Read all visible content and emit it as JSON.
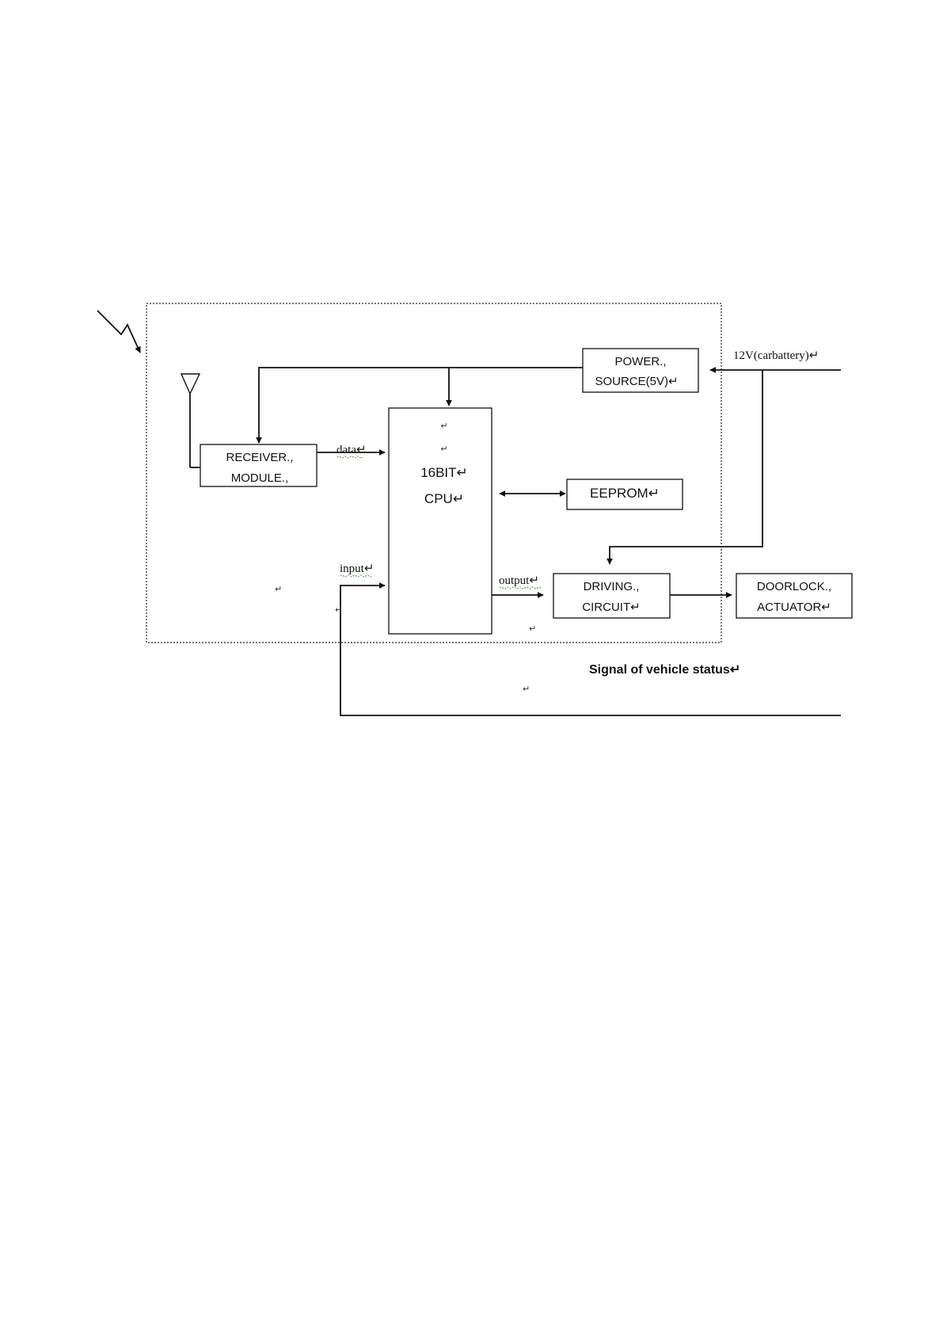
{
  "blocks": {
    "power_source": [
      "POWER.,",
      "SOURCE(5V)↵"
    ],
    "receiver_module": [
      "RECEIVER.,",
      "MODULE.,"
    ],
    "cpu": [
      "16BIT↵",
      "CPU↵"
    ],
    "eeprom": [
      "EEPROM↵"
    ],
    "driving_circuit": [
      "DRIVING.,",
      "CIRCUIT↵"
    ],
    "doorlock_actuator": [
      "DOORLOCK.,",
      "ACTUATOR↵"
    ]
  },
  "labels": {
    "battery": "12V(carbattery)↵",
    "data": "data↵",
    "input": "input↵",
    "output": "output↵",
    "vehicle_status": "Signal of vehicle status↵"
  },
  "marks": {
    "paragraph": "↵"
  }
}
